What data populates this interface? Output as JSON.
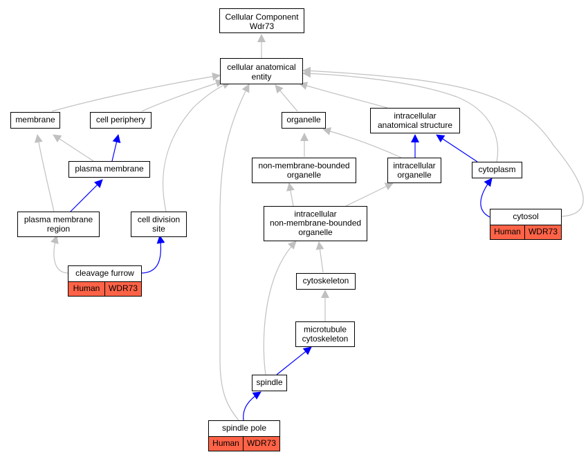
{
  "colors": {
    "edge_gray": "#c0c0c0",
    "edge_blue": "#0000ff",
    "annotation_fill": "#ff6347",
    "node_border": "#000000"
  },
  "nodes": {
    "root": [
      "Cellular Component",
      "Wdr73"
    ],
    "cae": [
      "cellular anatomical",
      "entity"
    ],
    "membrane": [
      "membrane"
    ],
    "cellper": [
      "cell periphery"
    ],
    "organelle": [
      "organelle"
    ],
    "ias": [
      "intracellular",
      "anatomical structure"
    ],
    "nmbo": [
      "non-membrane-bounded",
      "organelle"
    ],
    "io": [
      "intracellular",
      "organelle"
    ],
    "cytoplasm": [
      "cytoplasm"
    ],
    "pm": [
      "plasma membrane"
    ],
    "pmr": [
      "plasma membrane",
      "region"
    ],
    "cds": [
      "cell division",
      "site"
    ],
    "inmbo": [
      "intracellular",
      "non-membrane-bounded",
      "organelle"
    ],
    "cytosol": [
      "cytosol"
    ],
    "cytoskel": [
      "cytoskeleton"
    ],
    "cleavage": [
      "cleavage furrow"
    ],
    "mtcs": [
      "microtubule",
      "cytoskeleton"
    ],
    "spindle": [
      "spindle"
    ],
    "spole": [
      "spindle pole"
    ]
  },
  "annotations": {
    "cytosol": [
      "Human",
      "WDR73"
    ],
    "cleavage": [
      "Human",
      "WDR73"
    ],
    "spole": [
      "Human",
      "WDR73"
    ]
  }
}
